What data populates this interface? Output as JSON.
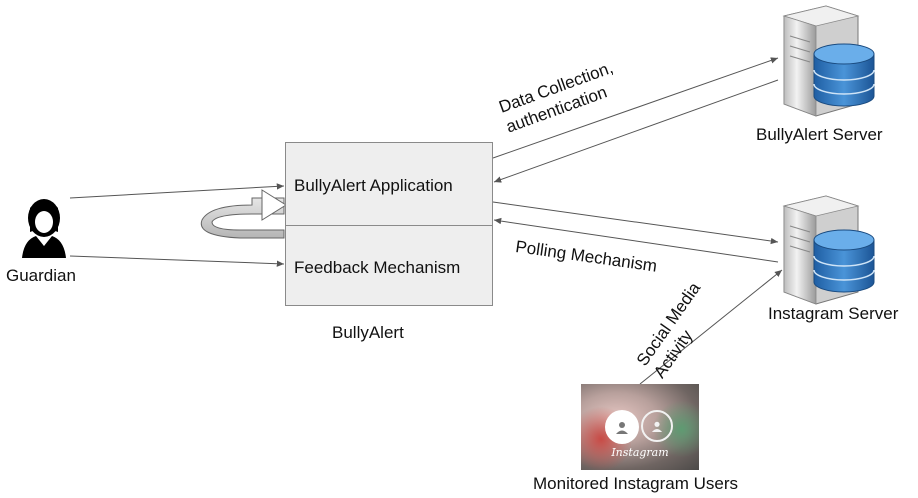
{
  "actors": {
    "guardian": "Guardian"
  },
  "app": {
    "application_label": "BullyAlert Application",
    "feedback_label": "Feedback Mechanism",
    "caption": "BullyAlert"
  },
  "servers": {
    "bullyalert": "BullyAlert Server",
    "instagram": "Instagram Server"
  },
  "edges": {
    "data_collection": [
      "Data Collection,",
      "authentication"
    ],
    "polling": "Polling Mechanism",
    "social_media": [
      "Social Media",
      "Activity"
    ]
  },
  "users": {
    "caption": "Monitored Instagram Users",
    "logo_text": "Instagram"
  },
  "colors": {
    "box_fill": "#eeeeee",
    "line": "#555555",
    "server_body": "#dcdcdc",
    "database_blue": "#2f6fb5"
  }
}
